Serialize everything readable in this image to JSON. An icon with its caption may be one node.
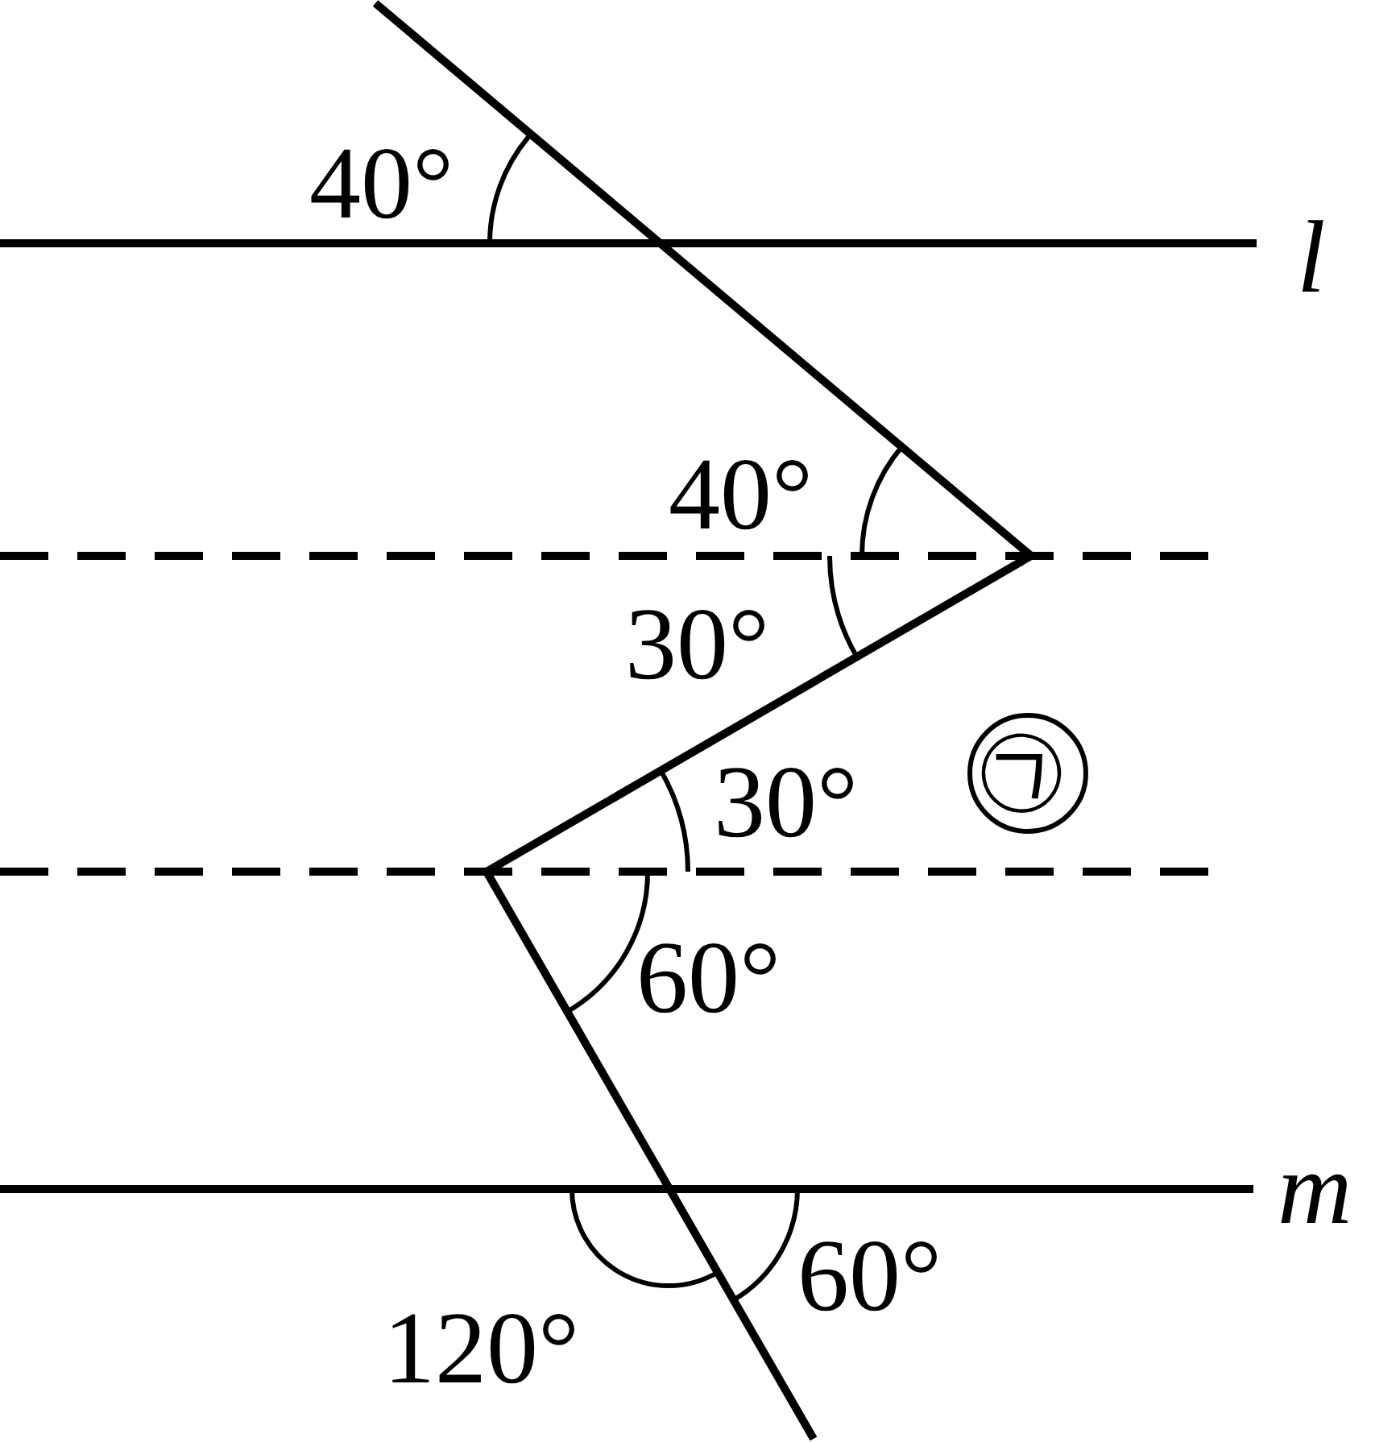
{
  "diagram": {
    "labels": [
      "40°",
      "l",
      "40°",
      "30°",
      "30°",
      "㉠",
      "60°",
      "m",
      "120°",
      "60°"
    ]
  }
}
